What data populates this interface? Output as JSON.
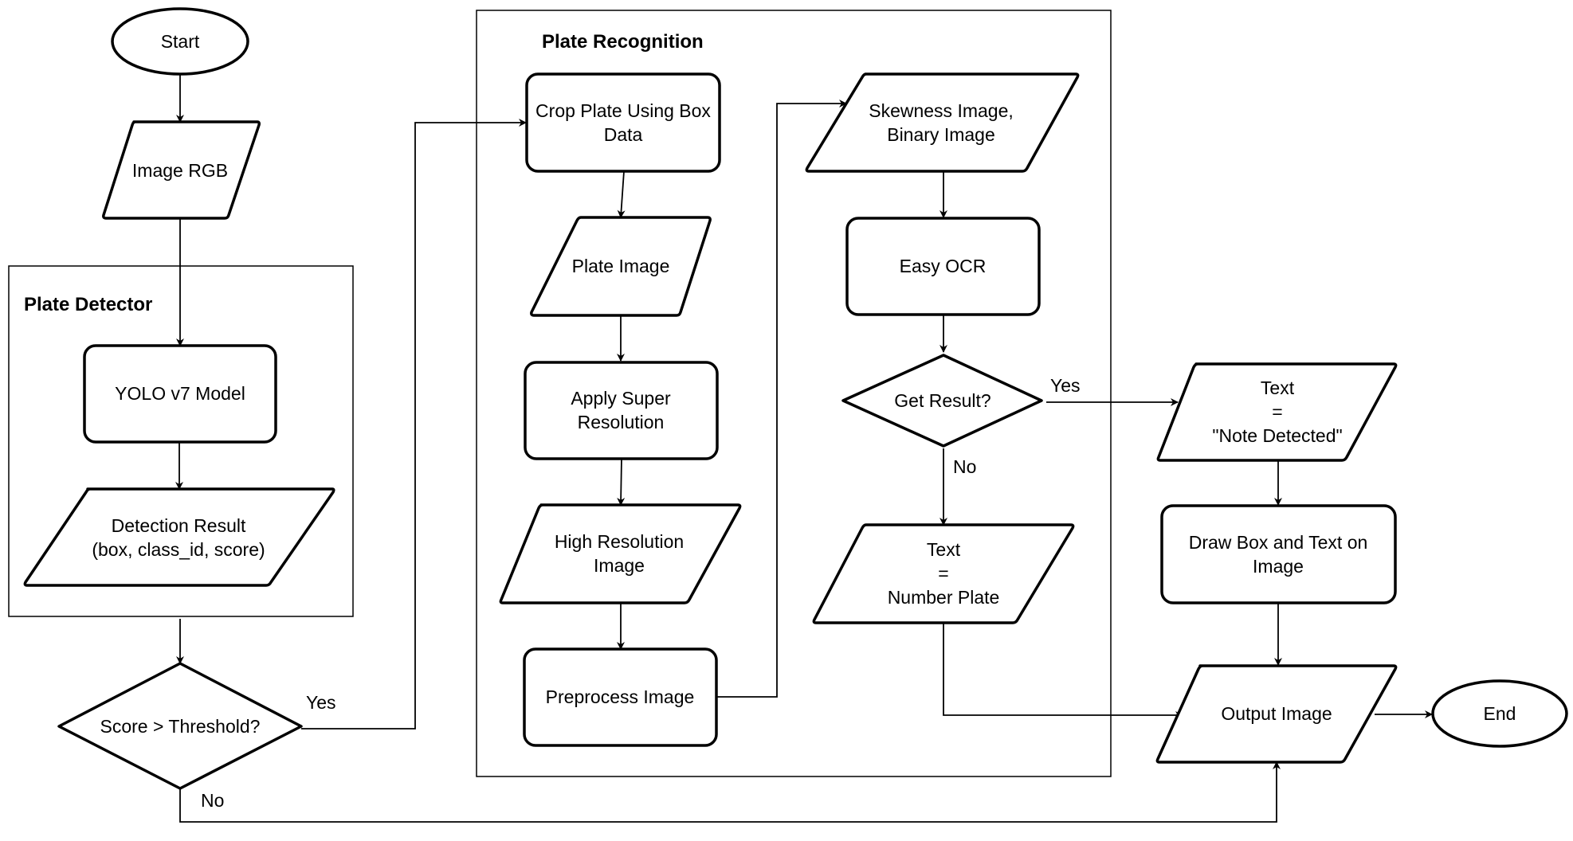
{
  "diagram": {
    "groups": {
      "plate_detector": "Plate Detector",
      "plate_recognition": "Plate Recognition"
    },
    "nodes": {
      "start": [
        "Start"
      ],
      "image_rgb": [
        "Image RGB"
      ],
      "yolo_model": [
        "YOLO v7 Model"
      ],
      "detection_result": [
        "Detection Result",
        "(box, class_id, score)"
      ],
      "score_threshold": [
        "Score > Threshold?"
      ],
      "crop_plate": [
        "Crop Plate Using Box",
        "Data"
      ],
      "plate_image": [
        "Plate Image"
      ],
      "apply_super_resolution": [
        "Apply Super",
        "Resolution"
      ],
      "high_resolution_image": [
        "High Resolution",
        "Image"
      ],
      "preprocess_image": [
        "Preprocess Image"
      ],
      "skewness_binary_image": [
        "Skewness Image,",
        "Binary Image"
      ],
      "easy_ocr": [
        "Easy OCR"
      ],
      "get_result": [
        "Get Result?"
      ],
      "text_number_plate": [
        "Text",
        "=",
        "Number Plate"
      ],
      "text_note_detected": [
        "Text",
        "=",
        "\"Note Detected\""
      ],
      "draw_box_text": [
        "Draw Box and Text on",
        "Image"
      ],
      "output_image": [
        "Output Image"
      ],
      "end": [
        "End"
      ]
    },
    "edge_labels": {
      "threshold_yes": "Yes",
      "threshold_no": "No",
      "result_yes": "Yes",
      "result_no": "No"
    }
  }
}
